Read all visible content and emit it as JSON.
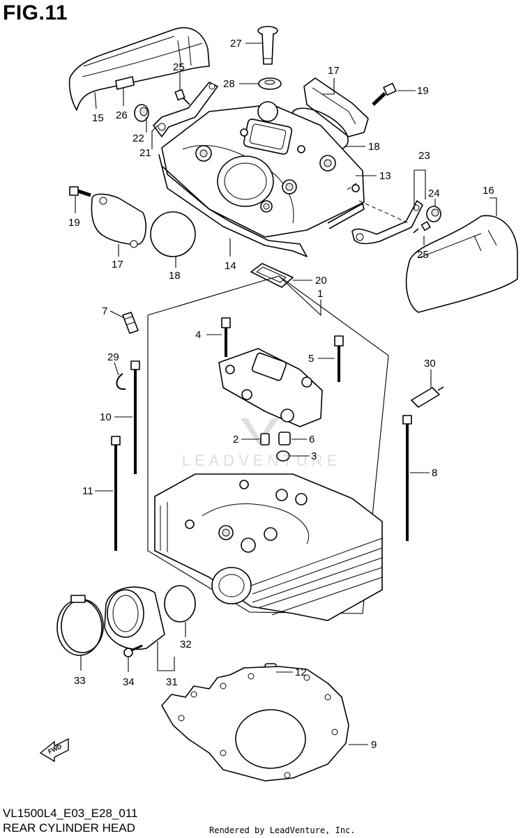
{
  "header": {
    "figure": "FIG.11"
  },
  "footer": {
    "code": "VL1500L4_E03_E28_011",
    "title": "REAR CYLINDER HEAD",
    "credit": "Rendered by LeadVenture, Inc."
  },
  "watermark": {
    "text": "LEADVENTURE"
  },
  "fwd_badge": {
    "text": "FWD",
    "icon": "fwd-arrow-icon"
  },
  "callouts": [
    {
      "id": "c27",
      "label": "27"
    },
    {
      "id": "c28",
      "label": "28"
    },
    {
      "id": "c25a",
      "label": "25"
    },
    {
      "id": "c26",
      "label": "26"
    },
    {
      "id": "c15",
      "label": "15"
    },
    {
      "id": "c17a",
      "label": "17"
    },
    {
      "id": "c19a",
      "label": "19"
    },
    {
      "id": "c22",
      "label": "22"
    },
    {
      "id": "c21",
      "label": "21"
    },
    {
      "id": "c18a",
      "label": "18"
    },
    {
      "id": "c13",
      "label": "13"
    },
    {
      "id": "c23",
      "label": "23"
    },
    {
      "id": "c24",
      "label": "24"
    },
    {
      "id": "c16",
      "label": "16"
    },
    {
      "id": "c19b",
      "label": "19"
    },
    {
      "id": "c17b",
      "label": "17"
    },
    {
      "id": "c18b",
      "label": "18"
    },
    {
      "id": "c14",
      "label": "14"
    },
    {
      "id": "c25b",
      "label": "25"
    },
    {
      "id": "c20",
      "label": "20"
    },
    {
      "id": "c1",
      "label": "1"
    },
    {
      "id": "c7",
      "label": "7"
    },
    {
      "id": "c4",
      "label": "4"
    },
    {
      "id": "c5",
      "label": "5"
    },
    {
      "id": "c29",
      "label": "29"
    },
    {
      "id": "c30",
      "label": "30"
    },
    {
      "id": "c10",
      "label": "10"
    },
    {
      "id": "c2",
      "label": "2"
    },
    {
      "id": "c6",
      "label": "6"
    },
    {
      "id": "c3",
      "label": "3"
    },
    {
      "id": "c8",
      "label": "8"
    },
    {
      "id": "c11",
      "label": "11"
    },
    {
      "id": "c32",
      "label": "32"
    },
    {
      "id": "c33",
      "label": "33"
    },
    {
      "id": "c34",
      "label": "34"
    },
    {
      "id": "c31",
      "label": "31"
    },
    {
      "id": "c12",
      "label": "12"
    },
    {
      "id": "c9",
      "label": "9"
    }
  ]
}
